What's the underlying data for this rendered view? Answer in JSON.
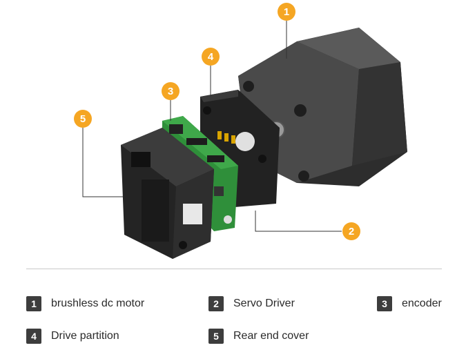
{
  "colors": {
    "accent": "#f5a623",
    "badge": "#3d3d3d",
    "pcb": "#2f8f3a",
    "motor": "#3a3a3a"
  },
  "callouts": [
    {
      "num": "1"
    },
    {
      "num": "2"
    },
    {
      "num": "3"
    },
    {
      "num": "4"
    },
    {
      "num": "5"
    }
  ],
  "legend": [
    {
      "num": "1",
      "label": "brushless dc motor"
    },
    {
      "num": "2",
      "label": "Servo Driver"
    },
    {
      "num": "3",
      "label": "encoder"
    },
    {
      "num": "4",
      "label": "Drive partition"
    },
    {
      "num": "5",
      "label": "Rear end cover"
    }
  ]
}
